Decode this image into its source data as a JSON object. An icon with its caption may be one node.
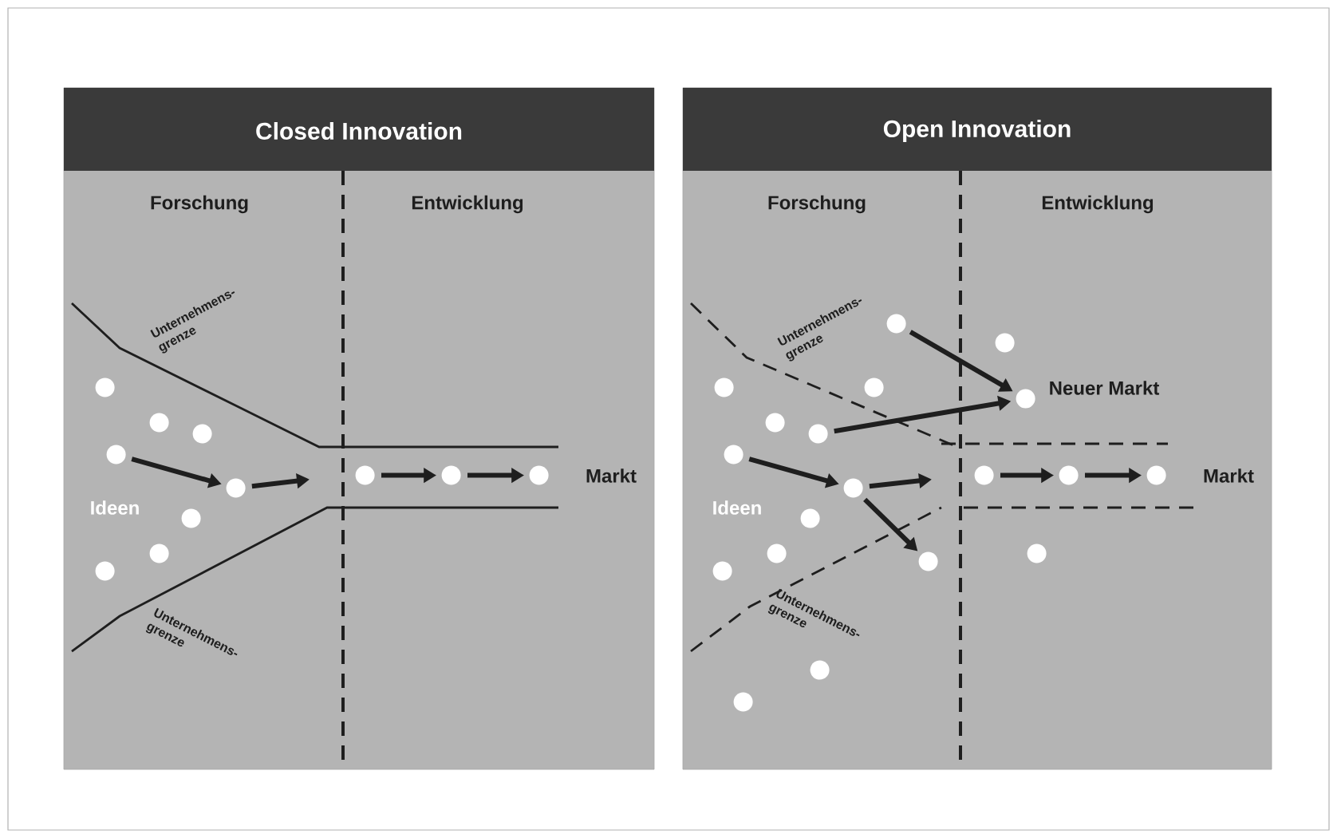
{
  "diagram": {
    "nodes": [
      {
        "text": [
          "Closed Innovation"
        ]
      },
      {
        "text": [
          "Open Innovation"
        ]
      },
      {
        "text": [],
        "shape": "circle",
        "in": 0
      },
      {
        "text": [],
        "shape": "circle",
        "in": 0
      },
      {
        "text": [],
        "shape": "circle",
        "in": 0
      },
      {
        "text": [],
        "shape": "circle",
        "in": 0
      },
      {
        "text": [],
        "shape": "circle",
        "in": 0
      },
      {
        "text": [],
        "shape": "circle",
        "in": 0
      },
      {
        "text": [],
        "shape": "circle",
        "in": 0
      },
      {
        "text": [],
        "shape": "circle",
        "in": 0
      },
      {
        "text": [],
        "shape": "circle",
        "in": 0
      },
      {
        "text": [],
        "shape": "circle",
        "in": 0
      },
      {
        "text": [],
        "shape": "circle",
        "in": 0
      },
      {
        "text": [],
        "shape": "circle",
        "in": 1
      },
      {
        "text": [],
        "shape": "circle",
        "in": 1
      },
      {
        "text": [],
        "shape": "circle",
        "in": 1
      },
      {
        "text": [],
        "shape": "circle",
        "in": 1
      },
      {
        "text": [],
        "shape": "circle",
        "in": 1
      },
      {
        "text": [],
        "shape": "circle",
        "in": 1
      },
      {
        "text": [],
        "shape": "circle",
        "in": 1
      },
      {
        "text": [],
        "shape": "circle",
        "in": 1
      },
      {
        "text": [],
        "shape": "circle",
        "in": 1
      },
      {
        "text": [],
        "shape": "circle",
        "in": 1
      },
      {
        "text": [],
        "shape": "circle",
        "in": 1
      },
      {
        "text": [],
        "shape": "circle",
        "in": 1
      },
      {
        "text": [],
        "shape": "circle",
        "in": 1
      },
      {
        "text": [],
        "shape": "circle",
        "in": 1
      },
      {
        "text": [],
        "shape": "circle",
        "in": 1
      },
      {
        "text": [],
        "shape": "circle",
        "in": 1
      },
      {
        "text": [],
        "shape": "circle",
        "in": 1
      },
      {
        "text": [],
        "shape": "circle",
        "in": 1
      },
      {
        "text": [],
        "shape": "circle",
        "in": 1
      }
    ],
    "edges": [
      {
        "from": 5,
        "to": 9,
        "arrow": "to"
      },
      {
        "from": 9,
        "to": null,
        "arrow": "to"
      },
      {
        "from": 6,
        "to": 7,
        "arrow": "to"
      },
      {
        "from": 7,
        "to": 8,
        "arrow": "to"
      },
      {
        "from": 13,
        "to": 17,
        "arrow": "to"
      },
      {
        "from": 19,
        "to": 17,
        "arrow": "to"
      },
      {
        "from": 20,
        "to": 24,
        "arrow": "to"
      },
      {
        "from": 24,
        "to": null,
        "arrow": "to"
      },
      {
        "from": 24,
        "to": 28,
        "arrow": "to"
      },
      {
        "from": 21,
        "to": 22,
        "arrow": "to"
      },
      {
        "from": 22,
        "to": 23,
        "arrow": "to"
      }
    ],
    "labels": [
      "Forschung",
      "Entwicklung",
      "Unternehmens- grenze",
      "Unternehmens- grenze",
      "Ideen",
      "Markt",
      "Forschung",
      "Entwicklung",
      "Unternehmens- grenze",
      "Neuer Markt",
      "Ideen",
      "Markt",
      "Unternehmens- grenze"
    ]
  }
}
